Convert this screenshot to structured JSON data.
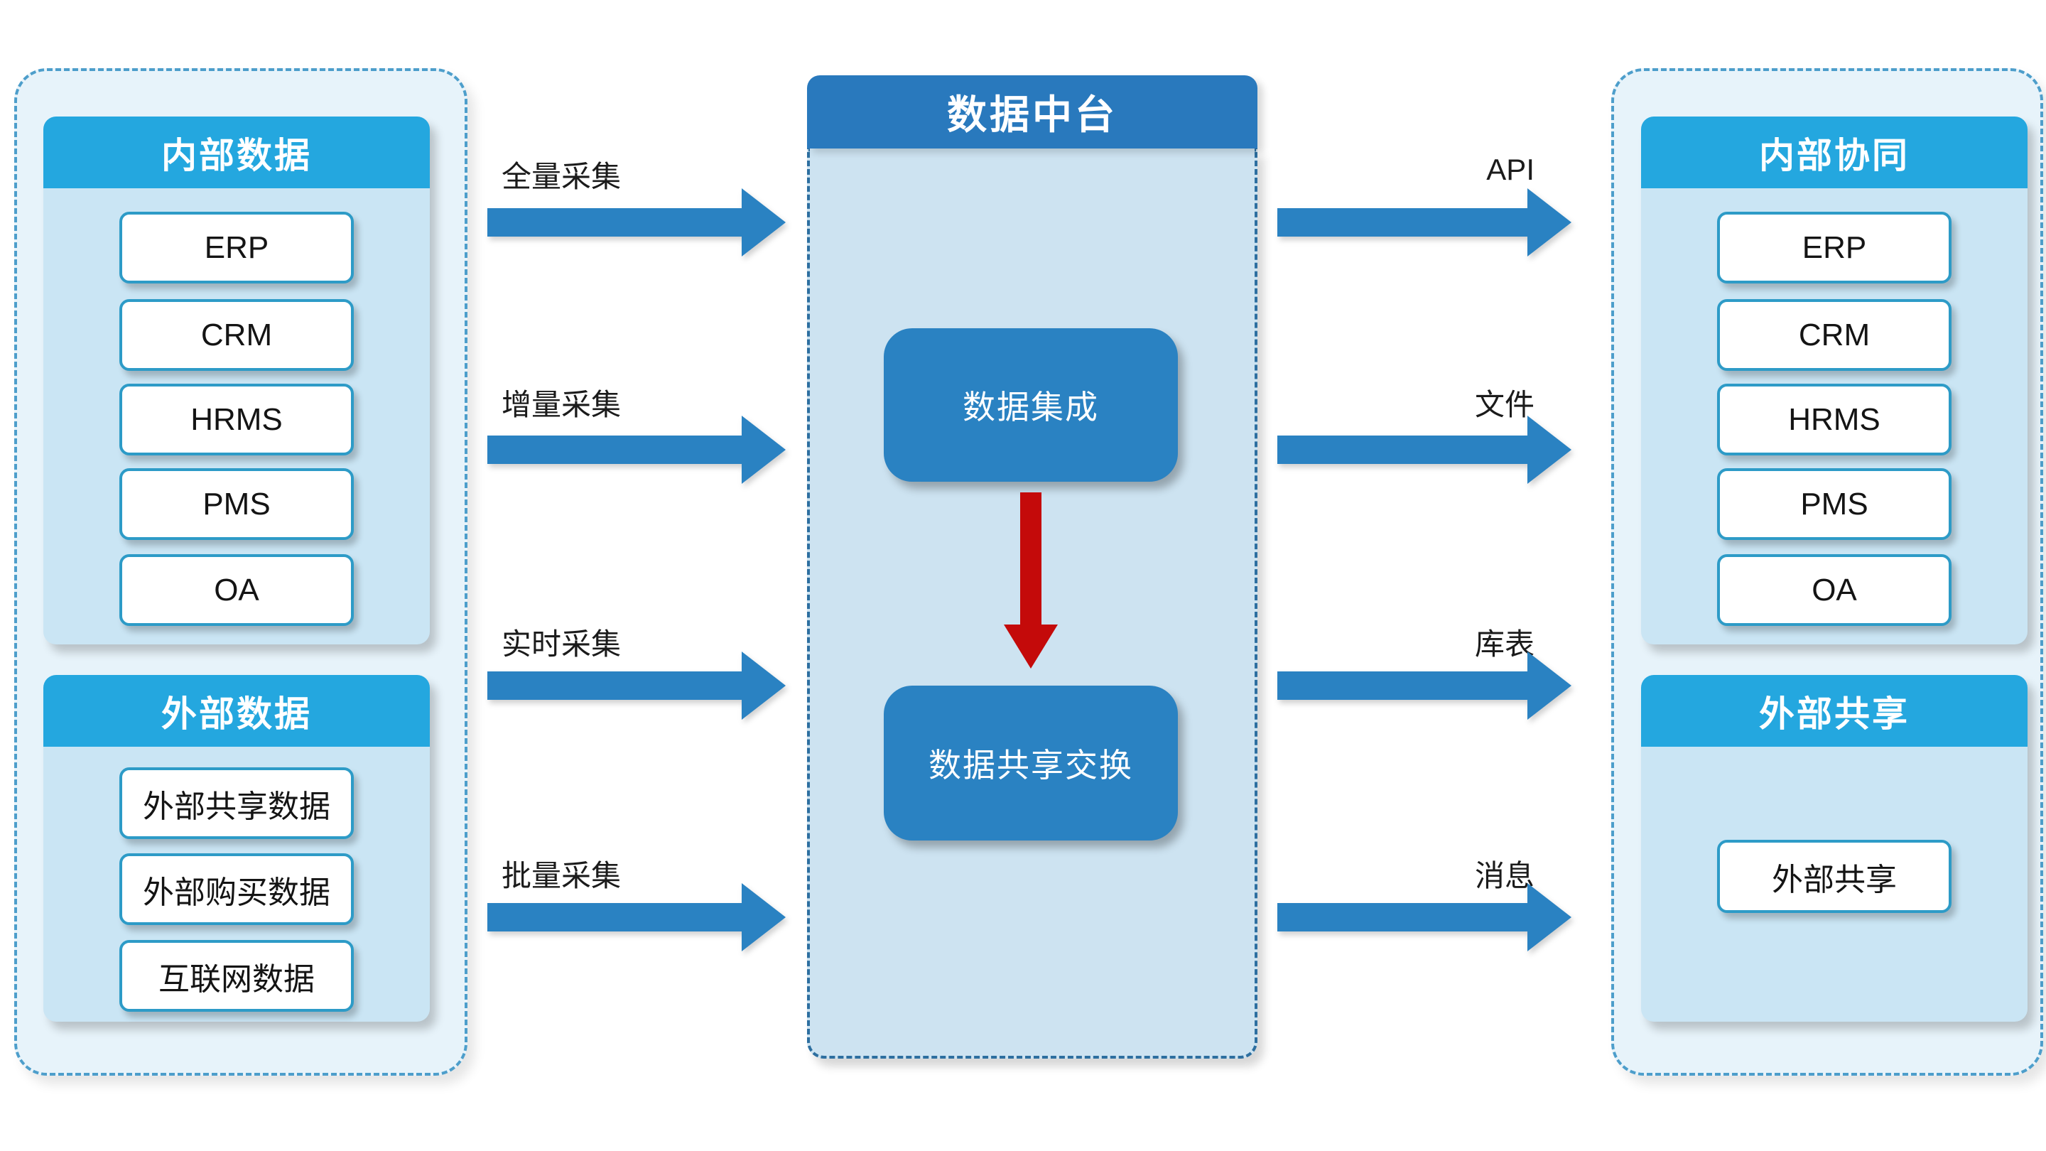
{
  "diagram": {
    "source_group": {
      "internal": {
        "title": "内部数据",
        "items": [
          "ERP",
          "CRM",
          "HRMS",
          "PMS",
          "OA"
        ]
      },
      "external": {
        "title": "外部数据",
        "items": [
          "外部共享数据",
          "外部购买数据",
          "互联网数据"
        ]
      }
    },
    "center": {
      "title": "数据中台",
      "nodes": [
        "数据集成",
        "数据共享交换"
      ]
    },
    "target_group": {
      "internal": {
        "title": "内部协同",
        "items": [
          "ERP",
          "CRM",
          "HRMS",
          "PMS",
          "OA"
        ]
      },
      "external": {
        "title": "外部共享",
        "items": [
          "外部共享"
        ]
      }
    },
    "collect_arrow_labels": [
      "全量采集",
      "增量采集",
      "实时采集",
      "批量采集"
    ],
    "deliver_arrow_labels": [
      "API",
      "文件",
      "库表",
      "消息"
    ]
  },
  "colors": {
    "panel_header_blue": "#24a7df",
    "panel_body_blue": "#cae5f4",
    "outer_container_bg": "#e7f3fa",
    "outer_container_border": "#4d9ecb",
    "center_header_blue": "#2979bd",
    "center_body_blue": "#cde3f1",
    "center_dashed_border": "#2d6fa0",
    "center_node_blue": "#2a82c2",
    "arrow_blue": "#2a82c2",
    "arrow_red": "#c40a0a",
    "system_box_border": "#2d9bc7",
    "label_text": "#1b1b1b"
  }
}
